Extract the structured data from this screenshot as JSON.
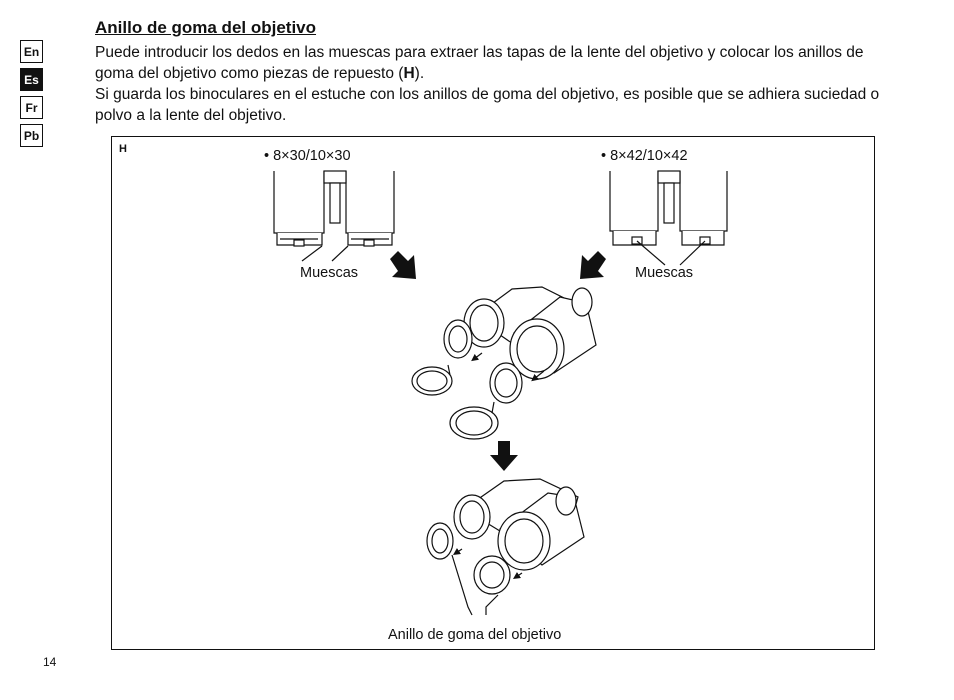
{
  "languages": [
    {
      "code": "En",
      "active": false
    },
    {
      "code": "Es",
      "active": true
    },
    {
      "code": "Fr",
      "active": false
    },
    {
      "code": "Pb",
      "active": false
    }
  ],
  "section": {
    "title": "Anillo de goma del objetivo",
    "para1_before": "Puede introducir los dedos en las muescas para extraer las tapas de la lente del objetivo y colocar los anillos de goma del objetivo como piezas de repuesto (",
    "para1_bold": "H",
    "para1_after": ").",
    "para2": "Si guarda los binoculares en el estuche con los anillos de goma del objetivo, es posible que se adhiera suciedad o polvo a la lente del objetivo."
  },
  "figure": {
    "label": "H",
    "model_left": "• 8×30/10×30",
    "model_right": "• 8×42/10×42",
    "callout_left": "Muescas",
    "callout_right": "Muescas",
    "callout_bottom": "Anillo de goma del objetivo"
  },
  "page_number": "14"
}
